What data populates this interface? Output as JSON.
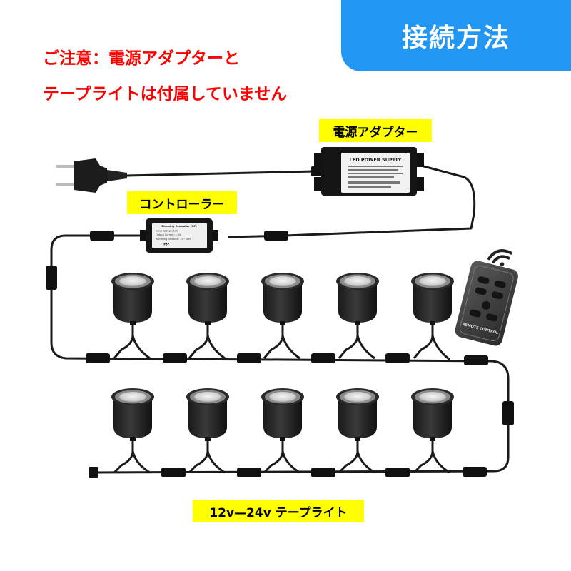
{
  "header": {
    "title": "接続方法",
    "accent_color": "#2196f3"
  },
  "notice": {
    "line1": "ご注意：電源アダプターと",
    "line2": "テープライトは付属していません",
    "color": "#ff0000"
  },
  "labels": {
    "adapter": "電源アダプター",
    "controller": "コントローラー",
    "strip": "12v—24v テープライト",
    "highlight_color": "#ffff00"
  },
  "adapter_device": {
    "title": "LED POWER SUPPLY"
  },
  "controller_device": {
    "title": "Dimming Controller (RF)",
    "input_voltage": "Input Voltage: 12V",
    "output_current": "Output Current: 1.5A",
    "distance": "Remoting Distance: 10~30M",
    "rating": "IP67"
  },
  "remote": {
    "label": "REMOTE CONTROL",
    "icon": "wifi-signal-icon"
  }
}
